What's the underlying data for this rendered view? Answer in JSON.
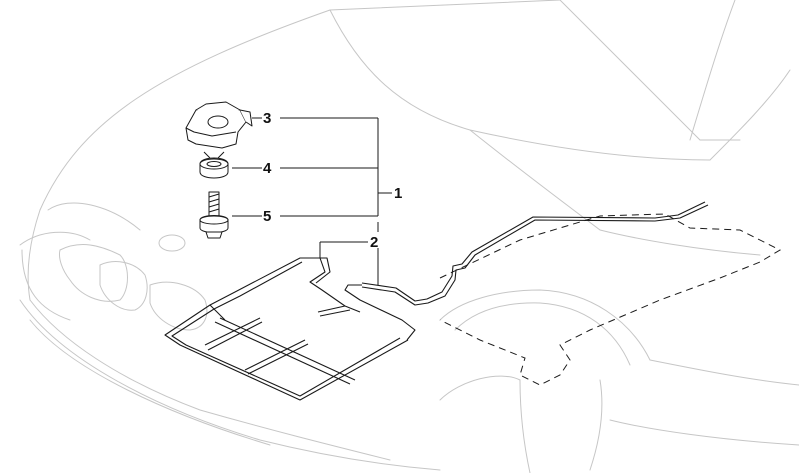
{
  "callouts": {
    "c1": "1",
    "c2": "2",
    "c3": "3",
    "c4": "4",
    "c5": "5"
  },
  "parts": [
    {
      "callout": "3",
      "part": "clip-holder"
    },
    {
      "callout": "4",
      "part": "grommet"
    },
    {
      "callout": "5",
      "part": "screw"
    },
    {
      "callout": "2",
      "part": "hood-heating-tube-frame"
    },
    {
      "callout": "1",
      "part": "assembly"
    }
  ]
}
